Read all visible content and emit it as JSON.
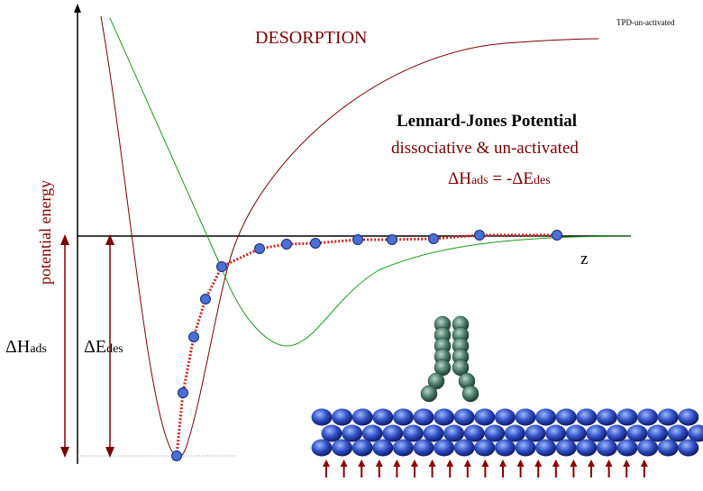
{
  "corner_tag": "TPD-un-activated",
  "title": "DESORPTION",
  "legend": {
    "heading": "Lennard-Jones Potential",
    "subheading": "dissociative & un-activated",
    "eq_h": "H",
    "eq_h_sub": "ads",
    "eq_mid": " = -",
    "eq_e": "E",
    "eq_e_sub": "des"
  },
  "axes": {
    "y_label": "potential energy",
    "x_label": "z"
  },
  "labels": {
    "delta_h": "H",
    "delta_h_sub": "ads",
    "delta_e": "E",
    "delta_e_sub": "des"
  },
  "colors": {
    "potential_curve": "#7a0000",
    "green_curve": "#1a9a1a",
    "path_dots": "#cc2222",
    "atom_blue": "#4a6fd6",
    "adsorbate": "#5a8a78",
    "arrows": "#8a0000"
  },
  "icons": {
    "surface_atom": "blue-sphere",
    "adsorbate_atom": "green-sphere",
    "heat_arrow": "up-arrow"
  }
}
